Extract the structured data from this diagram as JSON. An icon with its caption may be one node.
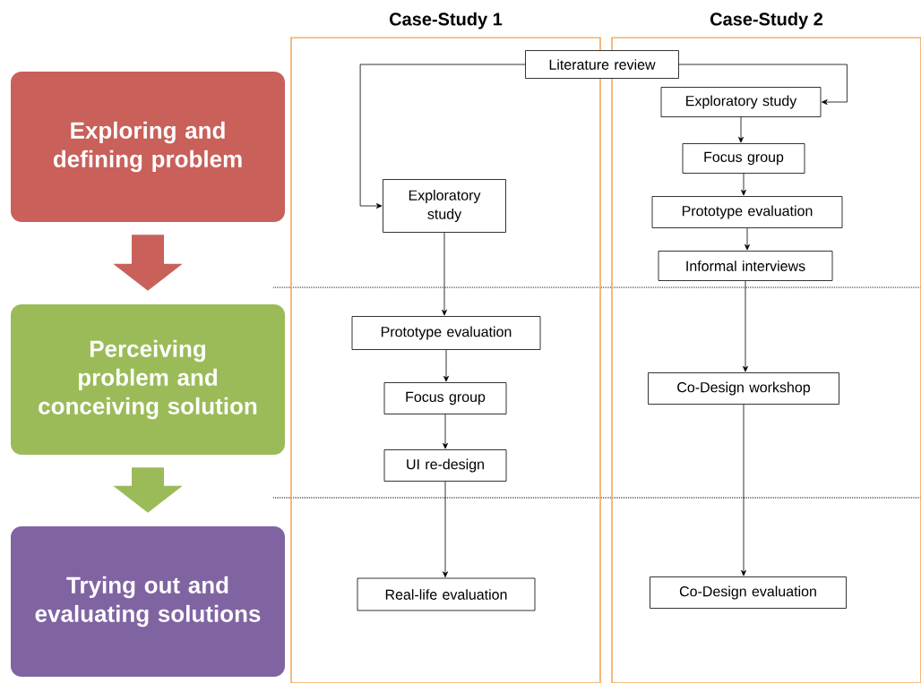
{
  "diagram": {
    "nodes": [
      {
        "text": [
          "Exploring and defining problem"
        ]
      },
      {
        "text": [
          "Perceiving problem and conceiving solution"
        ]
      },
      {
        "text": [
          "Trying out and evaluating solutions"
        ]
      },
      {
        "text": [
          "Case-Study 1"
        ]
      },
      {
        "text": [
          "Case-Study 2"
        ]
      },
      {
        "text": [
          "Literature review"
        ]
      },
      {
        "text": [
          "Exploratory study"
        ],
        "in": 3
      },
      {
        "text": [
          "Prototype evaluation"
        ],
        "in": 3
      },
      {
        "text": [
          "Focus group"
        ],
        "in": 3
      },
      {
        "text": [
          "UI re-design"
        ],
        "in": 3
      },
      {
        "text": [
          "Real-life evaluation"
        ],
        "in": 3
      },
      {
        "text": [
          "Exploratory study"
        ],
        "in": 4
      },
      {
        "text": [
          "Focus group"
        ],
        "in": 4
      },
      {
        "text": [
          "Prototype evaluation"
        ],
        "in": 4
      },
      {
        "text": [
          "Informal interviews"
        ],
        "in": 4
      },
      {
        "text": [
          "Co-Design workshop"
        ],
        "in": 4
      },
      {
        "text": [
          "Co-Design evaluation"
        ],
        "in": 4
      }
    ],
    "edges": [
      {
        "from": 0,
        "to": 1,
        "arrow": "to",
        "style": "thick",
        "color": "#c9605a"
      },
      {
        "from": 1,
        "to": 2,
        "arrow": "to",
        "style": "thick",
        "color": "#9bbb59"
      },
      {
        "from": 5,
        "to": 6,
        "arrow": "to"
      },
      {
        "from": 5,
        "to": 11,
        "arrow": "to"
      },
      {
        "from": 6,
        "to": 7,
        "arrow": "to"
      },
      {
        "from": 7,
        "to": 8,
        "arrow": "to"
      },
      {
        "from": 8,
        "to": 9,
        "arrow": "to"
      },
      {
        "from": 9,
        "to": 10,
        "arrow": "to"
      },
      {
        "from": 11,
        "to": 12,
        "arrow": "to"
      },
      {
        "from": 12,
        "to": 13,
        "arrow": "to"
      },
      {
        "from": 13,
        "to": 14,
        "arrow": "to"
      },
      {
        "from": 14,
        "to": 15,
        "arrow": "to"
      },
      {
        "from": 15,
        "to": 16,
        "arrow": "to"
      }
    ]
  }
}
